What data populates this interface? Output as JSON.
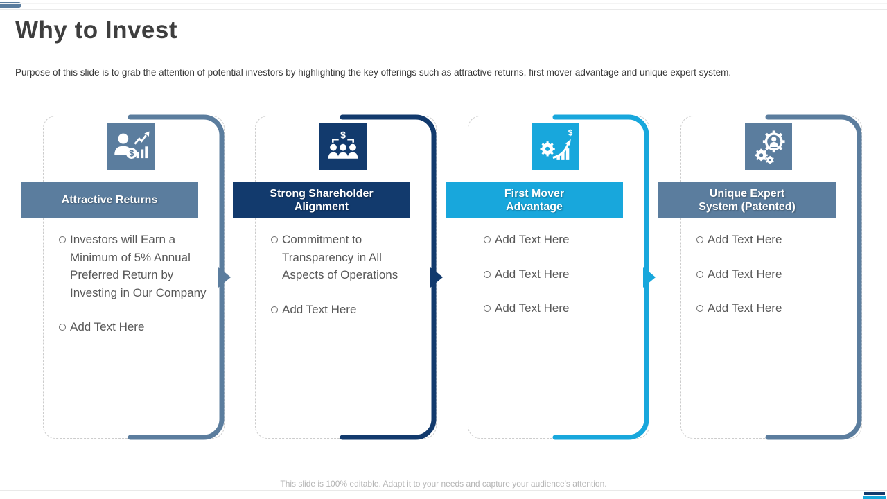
{
  "slide": {
    "title": "Why to Invest",
    "subtitle": "Purpose of this slide is to grab the attention of potential investors by highlighting the key offerings such as attractive returns, first mover advantage and unique expert system.",
    "footer": "This slide is 100% editable. Adapt it to your needs and capture your audience's attention."
  },
  "colors": {
    "slate": "#5b7d9e",
    "navy": "#123a6d",
    "cyan": "#18a7dc"
  },
  "cards": [
    {
      "header": "Attractive Returns",
      "accent": "#5b7d9e",
      "icon": "investor-returns-icon",
      "has_arrow": true,
      "bullets": [
        "Investors will Earn a Minimum of 5% Annual Preferred Return by Investing in Our Company",
        "Add Text Here"
      ]
    },
    {
      "header": "Strong Shareholder\nAlignment",
      "accent": "#123a6d",
      "icon": "shareholders-dollar-icon",
      "has_arrow": true,
      "bullets": [
        "Commitment to Transparency in All Aspects of Operations",
        "Add Text Here"
      ]
    },
    {
      "header": "First Mover\nAdvantage",
      "accent": "#18a7dc",
      "icon": "growth-gear-dollar-icon",
      "has_arrow": true,
      "bullets": [
        "Add Text Here",
        "Add Text Here",
        "Add Text Here"
      ]
    },
    {
      "header": "Unique Expert\nSystem (Patented)",
      "accent": "#5b7d9e",
      "icon": "expert-gears-icon",
      "has_arrow": false,
      "bullets": [
        "Add Text Here",
        "Add Text Here",
        "Add Text Here"
      ]
    }
  ]
}
